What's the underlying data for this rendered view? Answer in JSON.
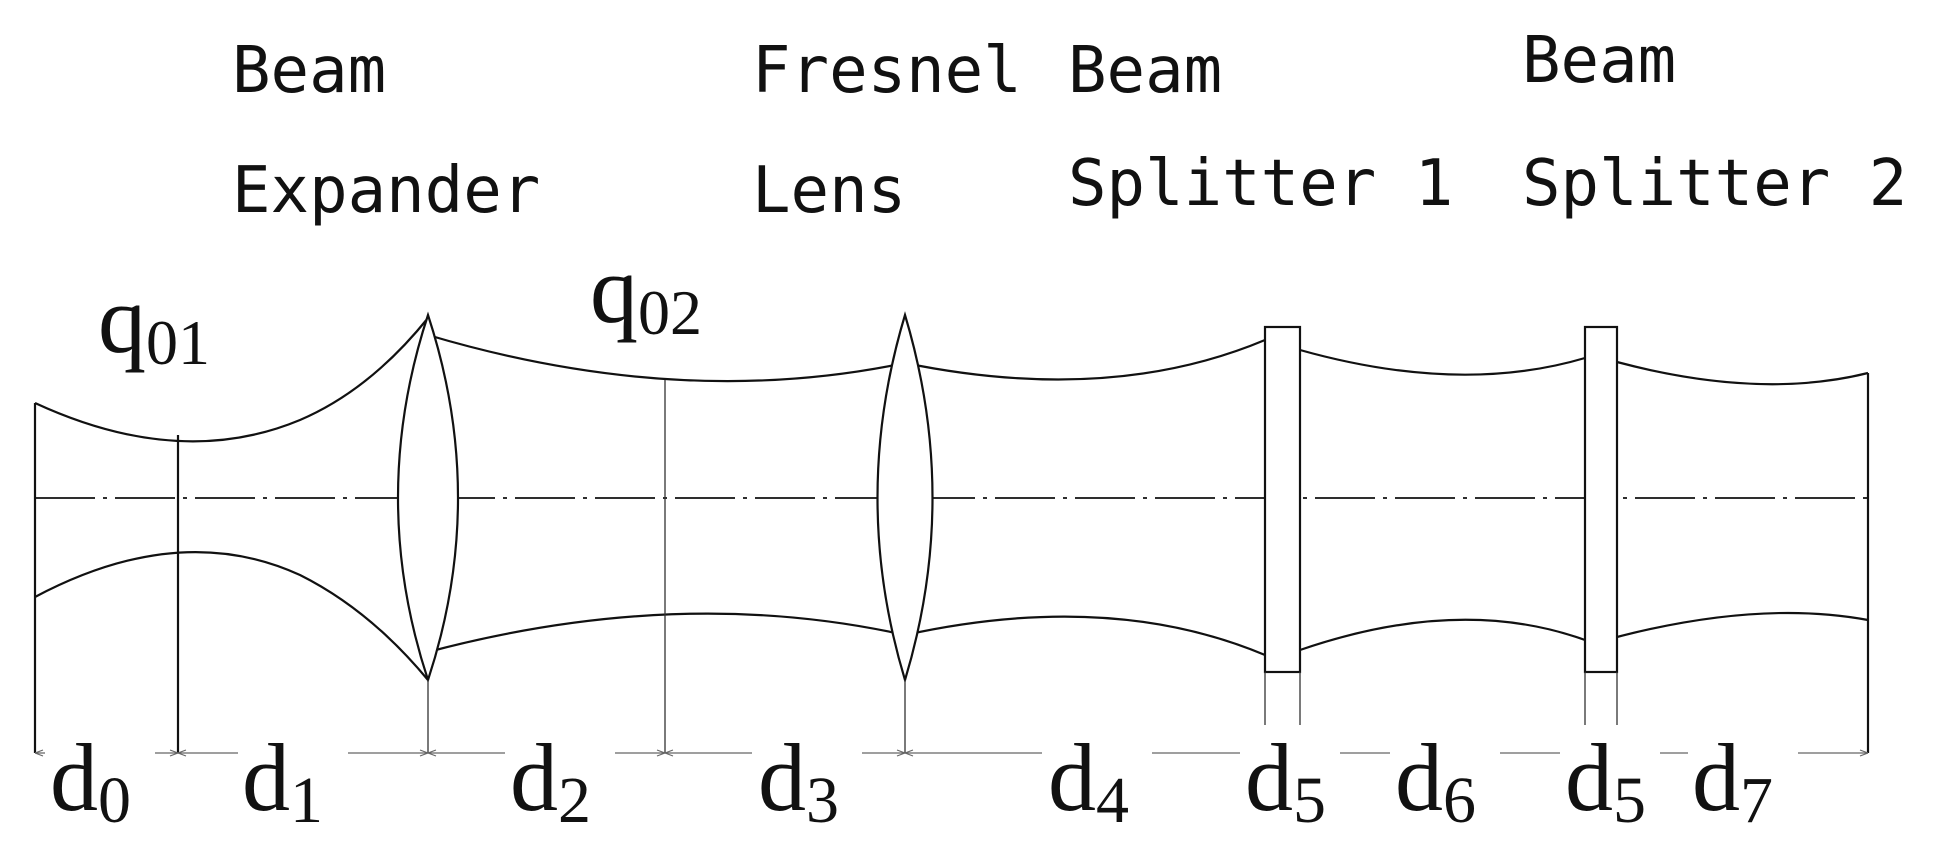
{
  "components": [
    {
      "id": "beam-expander",
      "line1": "Beam",
      "line2": "Expander"
    },
    {
      "id": "fresnel-lens",
      "line1": "Fresnel",
      "line2": "Lens"
    },
    {
      "id": "beam-splitter-1",
      "line1": "Beam",
      "line2": "Splitter 1"
    },
    {
      "id": "beam-splitter-2",
      "line1": "Beam",
      "line2": "Splitter 2"
    }
  ],
  "waists": [
    {
      "main": "q",
      "sub": "01"
    },
    {
      "main": "q",
      "sub": "02"
    }
  ],
  "distances": [
    {
      "main": "d",
      "sub": "0"
    },
    {
      "main": "d",
      "sub": "1"
    },
    {
      "main": "d",
      "sub": "2"
    },
    {
      "main": "d",
      "sub": "3"
    },
    {
      "main": "d",
      "sub": "4"
    },
    {
      "main": "d",
      "sub": "5"
    },
    {
      "main": "d",
      "sub": "6"
    },
    {
      "main": "d",
      "sub": "5"
    },
    {
      "main": "d",
      "sub": "7"
    }
  ]
}
